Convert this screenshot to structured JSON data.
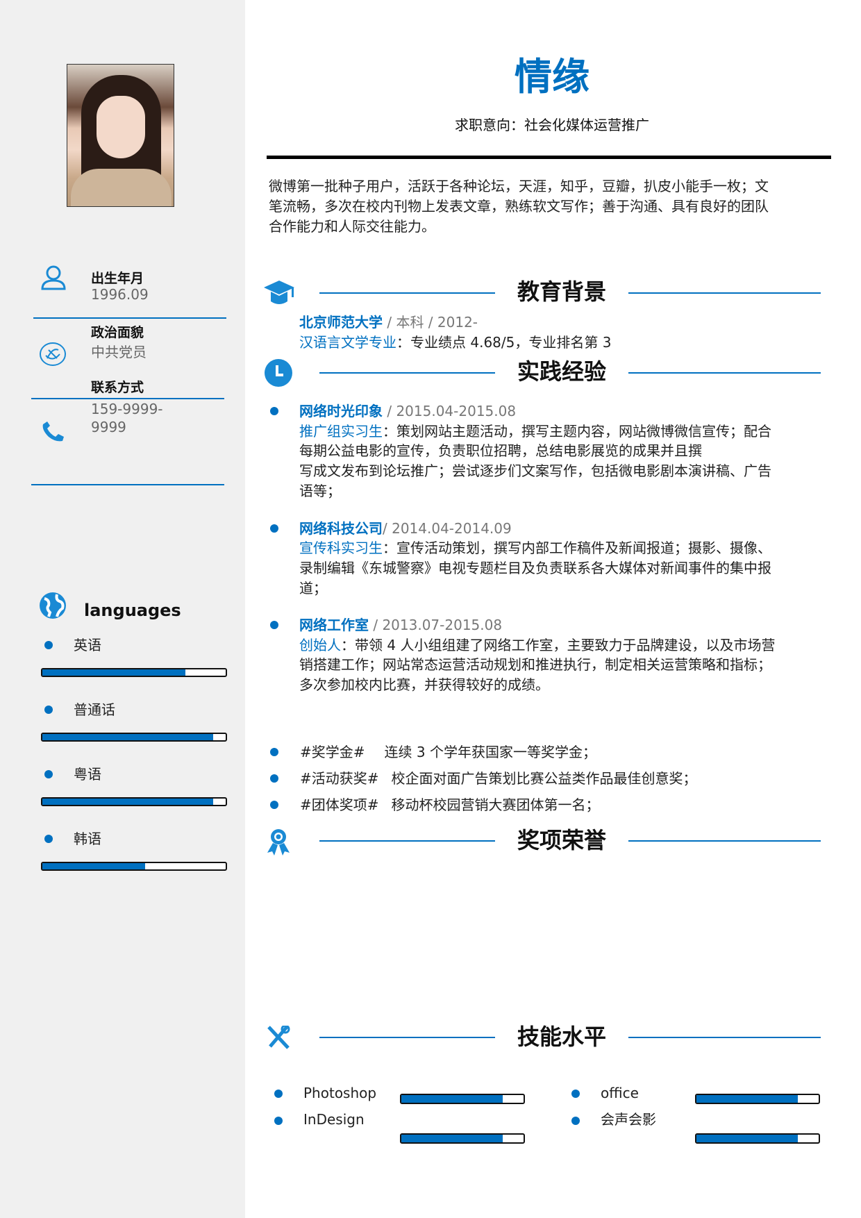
{
  "colors": {
    "accent": "#0070c0",
    "sidebar_bg": "#f0f0f0"
  },
  "sidebar": {
    "photo": "profile-photo",
    "info": [
      {
        "icon": "user-icon",
        "label": "出生年月",
        "value": "1996.09"
      },
      {
        "icon": "party-emblem-icon",
        "label": "政治面貌",
        "value": "中共党员"
      },
      {
        "icon": "phone-icon",
        "label": "联系方式",
        "value_line1": "159-9999-",
        "value_line2": "9999"
      }
    ],
    "languages": {
      "icon": "globe-icon",
      "title": "languages",
      "items": [
        {
          "name": "英语",
          "level": 0.78
        },
        {
          "name": "普通话",
          "level": 0.93
        },
        {
          "name": "粤语",
          "level": 0.93
        },
        {
          "name": "韩语",
          "level": 0.56
        }
      ]
    }
  },
  "header": {
    "name": "情缘",
    "objective": "求职意向：社会化媒体运营推广"
  },
  "summary": [
    "微博第一批种子用户，活跃于各种论坛，天涯，知乎，豆瓣，扒皮小能手一枚；文",
    "笔流畅，多次在校内刊物上发表文章，熟练软文写作；善于沟通、具有良好的团队",
    "合作能力和人际交往能力。"
  ],
  "education": {
    "title": "教育背景",
    "icon": "graduation-cap-icon",
    "school": "北京师范大学",
    "meta": " / 本科 / 2012-",
    "major": "汉语言文学专业",
    "detail": "：专业绩点 4.68/5，专业排名第 3"
  },
  "experience": {
    "title": "实践经验",
    "icon": "clock-icon",
    "items": [
      {
        "org": "网络时光印象",
        "period": " / 2015.04-2015.08",
        "role": "推广组实习生",
        "lines": [
          "：策划网站主题活动，撰写主题内容，网站微博微信宣传；配合",
          "每期公益电影的宣传，负责职位招聘，总结电影展览的成果并且撰",
          "写成文发布到论坛推广；尝试逐步们文案写作，包括微电影剧本演讲稿、广告",
          "语等；"
        ]
      },
      {
        "org": "网络科技公司",
        "period": "/ 2014.04-2014.09",
        "role": "宣传科实习生",
        "lines": [
          "：宣传活动策划，撰写内部工作稿件及新闻报道；摄影、摄像、",
          "录制编辑《东城警察》电视专题栏目及负责联系各大媒体对新闻事件的集中报",
          "道；"
        ]
      },
      {
        "org": "网络工作室",
        "period": " / 2013.07-2015.08",
        "role": "创始人",
        "lines": [
          "：带领 4 人小组组建了网络工作室，主要致力于品牌建设，以及市场营",
          "销搭建工作；网站常态运营活动规划和推进执行，制定相关运营策略和指标；",
          "多次参加校内比赛，并获得较好的成绩。"
        ]
      }
    ]
  },
  "awards": {
    "title": "奖项荣誉",
    "icon": "award-ribbon-icon",
    "items": [
      {
        "tag": "#奖学金#",
        "text": "连续 3 个学年获国家一等奖学金；"
      },
      {
        "tag": "#活动获奖#",
        "text": "校企面对面广告策划比赛公益类作品最佳创意奖；"
      },
      {
        "tag": "#团体奖项#",
        "text": "移动杯校园营销大赛团体第一名；"
      }
    ]
  },
  "skills": {
    "title": "技能水平",
    "icon": "tools-icon",
    "items": [
      {
        "name": "Photoshop",
        "level": 0.83
      },
      {
        "name": "InDesign",
        "level": 0.83
      },
      {
        "name": "office",
        "level": 0.83
      },
      {
        "name": "会声会影",
        "level": 0.83
      }
    ]
  }
}
